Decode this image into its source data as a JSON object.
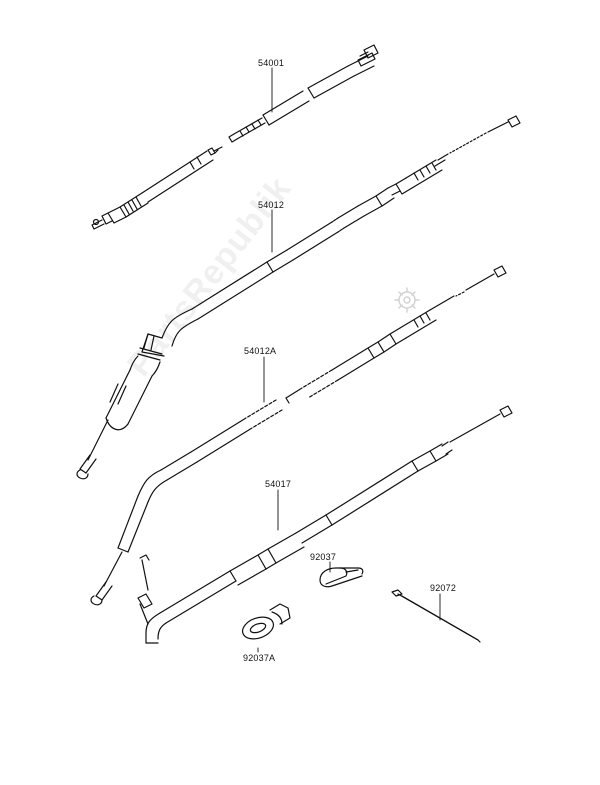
{
  "watermark": "PartsRepublik",
  "parts": {
    "p54001": "54001",
    "p54012": "54012",
    "p54012A": "54012A",
    "p54017": "54017",
    "p92037": "92037",
    "p92037A": "92037A",
    "p92072": "92072"
  },
  "colors": {
    "line": "#111111",
    "background": "#ffffff",
    "watermark": "#969696"
  }
}
